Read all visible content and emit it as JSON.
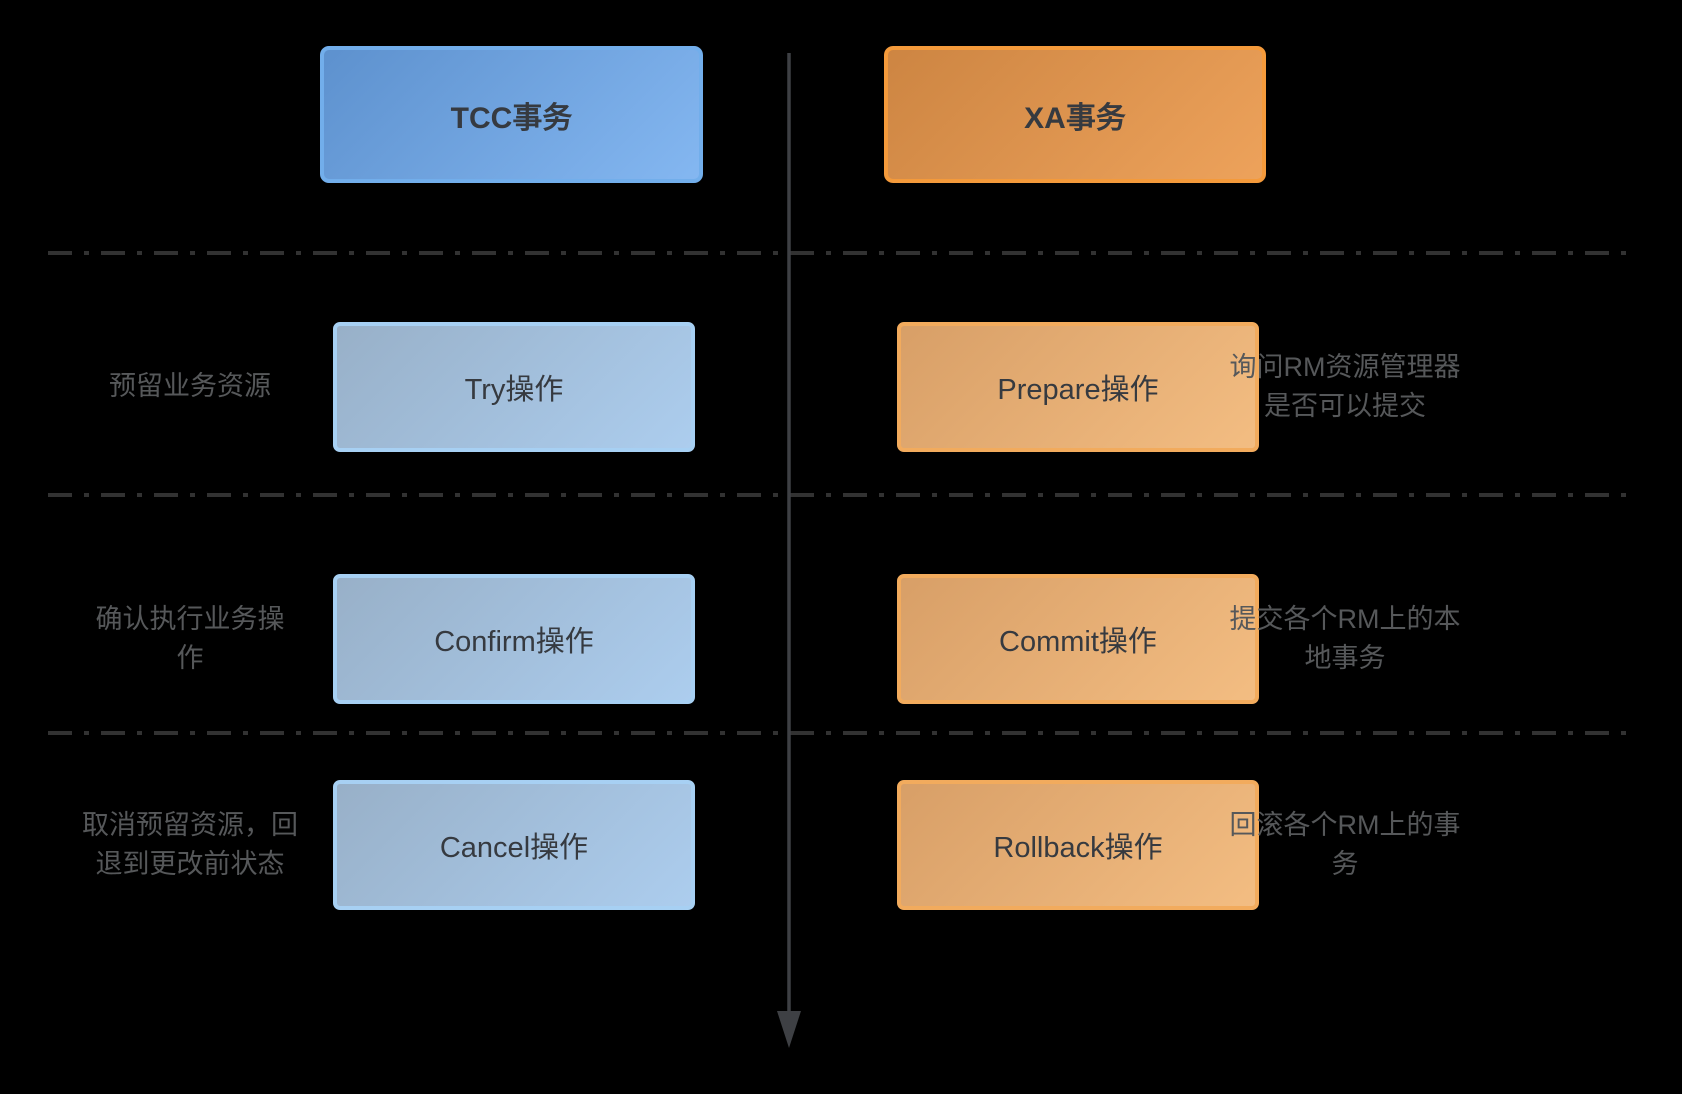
{
  "colors": {
    "background": "#000000",
    "tcc_header_fill_start": "#5d91ce",
    "tcc_header_fill_end": "#84b7f1",
    "tcc_header_border": "#72aeeb",
    "tcc_step_fill_start": "#98b0c8",
    "tcc_step_fill_end": "#accdee",
    "tcc_step_border": "#a7d0f3",
    "xa_header_fill_start": "#cd8542",
    "xa_header_fill_end": "#eda25b",
    "xa_header_border": "#f49a3b",
    "xa_step_fill_start": "#d89f67",
    "xa_step_fill_end": "#f3bd82",
    "xa_step_border": "#f2ab5d",
    "box_text": "#363a40",
    "label_text": "#56585a",
    "divider": "#323232",
    "arrow": "#3e4044"
  },
  "tcc": {
    "header": "TCC事务",
    "steps": [
      "Try操作",
      "Confirm操作",
      "Cancel操作"
    ]
  },
  "xa": {
    "header": "XA事务",
    "steps": [
      "Prepare操作",
      "Commit操作",
      "Rollback操作"
    ]
  },
  "left_labels": [
    "预留业务资源",
    "确认执行业务操\n作",
    "取消预留资源，回\n退到更改前状态"
  ],
  "right_labels": [
    "询问RM资源管理器\n是否可以提交",
    "提交各个RM上的本\n地事务",
    "回滚各个RM上的事\n务"
  ]
}
